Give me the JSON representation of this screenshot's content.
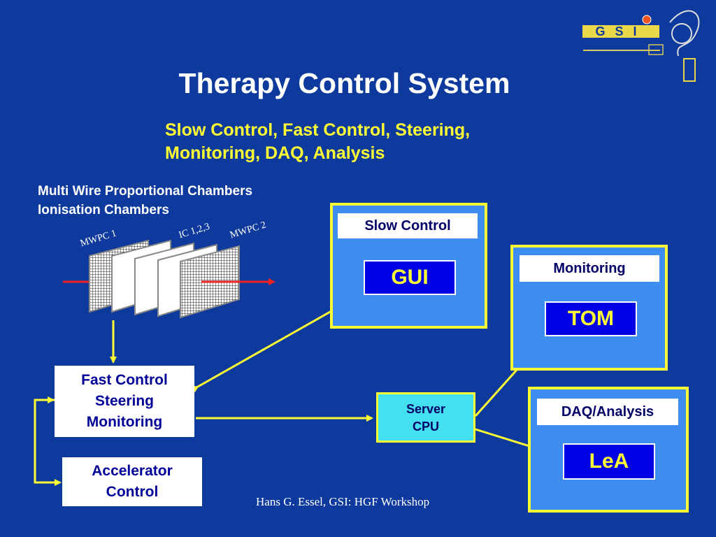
{
  "title": "Therapy Control System",
  "subtitle": [
    "Slow Control, Fast Control, Steering,",
    "Monitoring, DAQ, Analysis"
  ],
  "chambers_caption": [
    "Multi Wire Proportional Chambers",
    "Ionisation Chambers"
  ],
  "chamber_labels": {
    "mwpc1": "MWPC 1",
    "ic": "IC 1,2,3",
    "mwpc2": "MWPC 2"
  },
  "panels": {
    "slow_control": {
      "label": "Slow Control",
      "box": "GUI"
    },
    "monitoring": {
      "label": "Monitoring",
      "box": "TOM"
    },
    "daq": {
      "label": "DAQ/Analysis",
      "box": "LeA"
    }
  },
  "fast_control": [
    "Fast Control",
    "Steering",
    "Monitoring"
  ],
  "accelerator": [
    "Accelerator",
    "Control"
  ],
  "server": [
    "Server",
    "CPU"
  ],
  "footer": "Hans G. Essel, GSI: HGF Workshop",
  "logo_text": "GSI",
  "colors": {
    "background": "#0d3a9c",
    "panel": "#3d8ef0",
    "border": "#ffff33",
    "accent_text": "#ffff33",
    "beam": "#ee2222"
  }
}
